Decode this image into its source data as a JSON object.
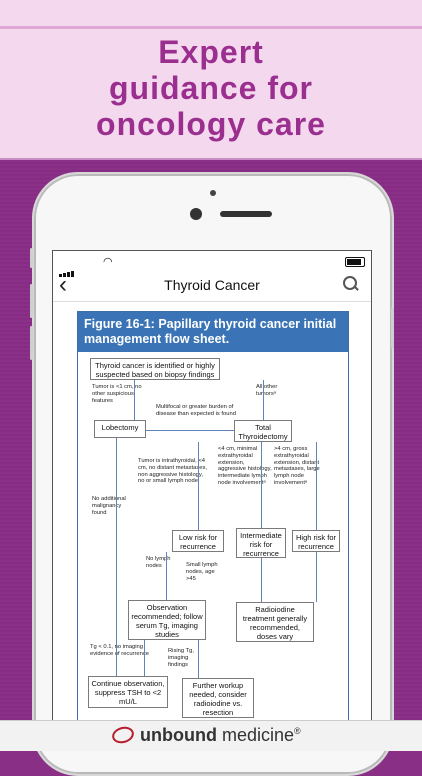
{
  "banner": {
    "title_line1": "Expert",
    "title_line2": "guidance for",
    "title_line3": "oncology care"
  },
  "app": {
    "nav_title": "Thyroid Cancer"
  },
  "figure": {
    "title": "Figure 16-1: Papillary thyroid cancer initial management flow sheet.",
    "nodes": {
      "start": "Thyroid cancer is identified or highly suspected based on biopsy findings",
      "lobectomy": "Lobectomy",
      "total_thyroidectomy": "Total Thyroidectomy",
      "low_risk": "Low risk for recurrence",
      "intermediate_risk": "Intermediate risk for recurrence",
      "high_risk": "High risk for recurrence",
      "observation": "Observation recommended; follow serum Tg, imaging studies",
      "radioiodine": "Radioiodine treatment generally recommended, doses vary",
      "continue_observation": "Continue observation, suppress TSH to <2 mU/L",
      "further_workup": "Further workup needed, consider radioiodine vs. resection"
    },
    "labels": {
      "tumor_small": "Tumor is <1 cm, no other suspicious features",
      "all_other": "All other tumorsᵃ",
      "multifocal": "Multifocal or greater burden of disease than expected is found",
      "no_malignancy": "No additional malignancy found",
      "intrathyroidal": "Tumor is intrathyroidal, <4 cm, no distant metastases, non aggressive histology, no or small lymph node",
      "lt4cm": "<4 cm, minimal extrathyroidal extension, aggressive histology, intermediate lymph node involvementᵃ",
      "gt4cm": ">4 cm, gross extrathyroidal extension, distant metastases, large lymph node involvementᵃ",
      "no_lymph": "No lymph nodes",
      "small_lymph": "Small lymph nodes, age >45",
      "tg_low": "Tg < 0.1, no imaging evidence of recurrence",
      "rising_tg": "Rising Tg, imaging findings"
    }
  },
  "footer": {
    "brand_part1": "unbound",
    "brand_part2": " medicine",
    "mark": "®"
  }
}
